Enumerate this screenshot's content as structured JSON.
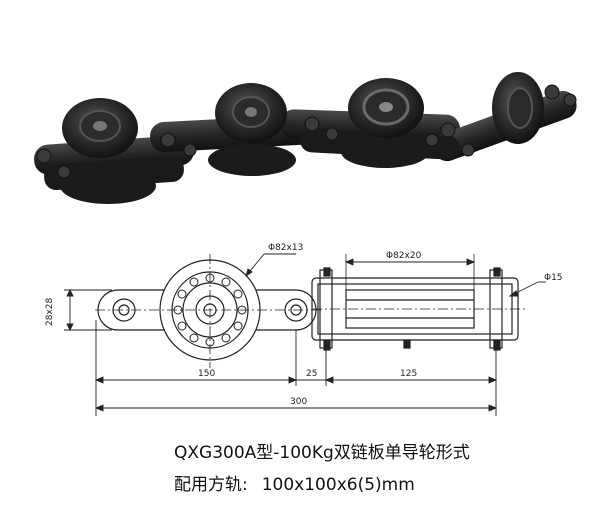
{
  "dimensions": {
    "wheel_large": "Φ82x13",
    "wheel_pair": "Φ82x20",
    "pin": "Φ15",
    "height": "28x28",
    "len_150": "150",
    "len_25": "25",
    "len_125": "125",
    "len_300": "300"
  },
  "caption": {
    "line1": "QXG300A型-100Kg双链板单导轮形式",
    "line2_label": "配用方轨:",
    "line2_value": "100x100x6(5)mm"
  },
  "colors": {
    "metal_dark": "#1c1c1c",
    "metal_mid": "#3a3a3a",
    "line": "#222222"
  }
}
